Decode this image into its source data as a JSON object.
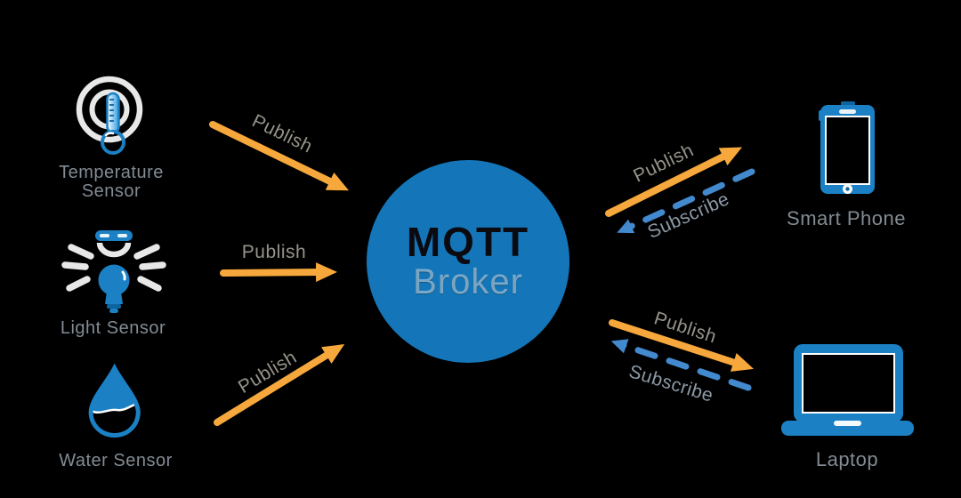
{
  "colors": {
    "background": "#000000",
    "brand-blue": "#1476B8",
    "icon-blue": "#1B80C4",
    "icon-blue-dark": "#0E649F",
    "arrow-orange": "#F6A83C",
    "subscribe-blue": "#4389CE",
    "node-label": "#828B93",
    "publish-label": "#95938A",
    "subscribe-label": "#8C99A5",
    "broker-title-color": "#0A0A10",
    "ray-gray": "#E8E8E8"
  },
  "broker": {
    "title": "MQTT",
    "subtitle": "Broker"
  },
  "publishers": [
    {
      "label": "Temperature Sensor",
      "icon": "temperature-sensor-icon"
    },
    {
      "label": "Light Sensor",
      "icon": "light-sensor-icon"
    },
    {
      "label": "Water Sensor",
      "icon": "water-sensor-icon"
    }
  ],
  "subscribers": [
    {
      "label": "Smart Phone",
      "icon": "smartphone-icon"
    },
    {
      "label": "Laptop",
      "icon": "laptop-icon"
    }
  ],
  "connections": [
    {
      "from": "Temperature Sensor",
      "to": "MQTT Broker",
      "type": "publish",
      "label": "Publish"
    },
    {
      "from": "Light Sensor",
      "to": "MQTT Broker",
      "type": "publish",
      "label": "Publish"
    },
    {
      "from": "Water Sensor",
      "to": "MQTT Broker",
      "type": "publish",
      "label": "Publish"
    },
    {
      "from": "MQTT Broker",
      "to": "Smart Phone",
      "type": "publish",
      "label": "Publish"
    },
    {
      "from": "Smart Phone",
      "to": "MQTT Broker",
      "type": "subscribe",
      "label": "Subscribe"
    },
    {
      "from": "MQTT Broker",
      "to": "Laptop",
      "type": "publish",
      "label": "Publish"
    },
    {
      "from": "Laptop",
      "to": "MQTT Broker",
      "type": "subscribe",
      "label": "Subscribe"
    }
  ]
}
